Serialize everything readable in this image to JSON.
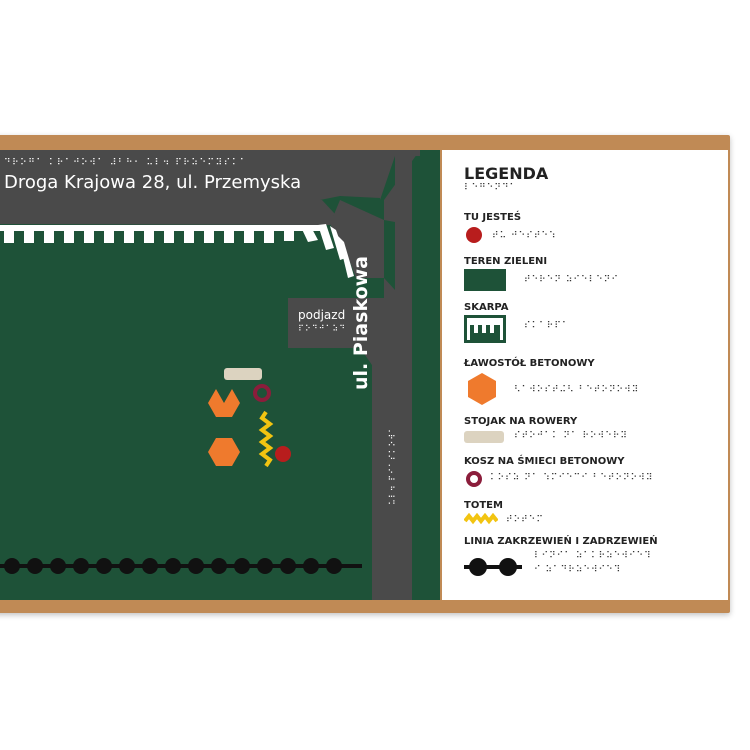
{
  "map": {
    "title": "Droga Krajowa 28, ul. Przemyska",
    "title_braille": "⠙⠗⠕⠛⠁ ⠅⠗⠁⠚⠕⠺⠁ ⠼⠃⠓⠂ ⠥⠇⠲ ⠏⠗⠵⠑⠍⠽⠎⠅⠁",
    "driveway_label": "podjazd",
    "driveway_braille": "⠏⠕⠙⠚⠁⠵⠙",
    "street_label": "ul. Piaskowa",
    "street_braille": "⠥⠇⠲ ⠏⠊⠁⠎⠅⠕⠺⠁"
  },
  "legend": {
    "title": "LEGENDA",
    "title_braille": "⠇⠑⠛⠑⠝⠙⠁",
    "items": [
      {
        "label": "TU JESTEŚ",
        "braille": "⠞⠥ ⠚⠑⠎⠞⠑⠱",
        "symbol": "you-are-here-icon"
      },
      {
        "label": "TEREN ZIELENI",
        "braille": "⠞⠑⠗⠑⠝ ⠵⠊⠑⠇⠑⠝⠊",
        "symbol": "green-area-swatch"
      },
      {
        "label": "SKARPA",
        "braille": "⠎⠅⠁⠗⠏⠁",
        "symbol": "slope-icon"
      },
      {
        "label": "ŁAWOSTÓŁ BETONOWY",
        "braille": "⠣⠁⠺⠕⠎⠞⠬⠣ ⠃⠑⠞⠕⠝⠕⠺⠽",
        "symbol": "bench-table-icon"
      },
      {
        "label": "STOJAK NA ROWERY",
        "braille": "⠎⠞⠕⠚⠁⠅ ⠝⠁ ⠗⠕⠺⠑⠗⠽",
        "symbol": "bike-rack-icon"
      },
      {
        "label": "KOSZ NA ŚMIECI BETONOWY",
        "braille": "⠅⠕⠎⠵ ⠝⠁ ⠱⠍⠊⠑⠉⠊ ⠃⠑⠞⠕⠝⠕⠺⠽",
        "symbol": "trash-bin-icon"
      },
      {
        "label": "TOTEM",
        "braille": "⠞⠕⠞⠑⠍",
        "symbol": "totem-icon"
      },
      {
        "label": "LINIA ZAKRZEWIEŃ I ZADRZEWIEŃ",
        "braille": "⠇⠊⠝⠊⠁ ⠵⠁⠅⠗⠵⠑⠺⠊⠑⠹",
        "braille2": "⠊ ⠵⠁⠙⠗⠵⠑⠺⠊⠑⠹",
        "symbol": "tree-line-icon"
      }
    ]
  },
  "colors": {
    "green": "#1e5238",
    "road": "#4a4a4a",
    "frame": "#c08a55",
    "red": "#b81d1d",
    "orange": "#ef7a2d",
    "yellow": "#f2c411",
    "maroon": "#8b1d3b",
    "beige": "#dcd3c0"
  }
}
